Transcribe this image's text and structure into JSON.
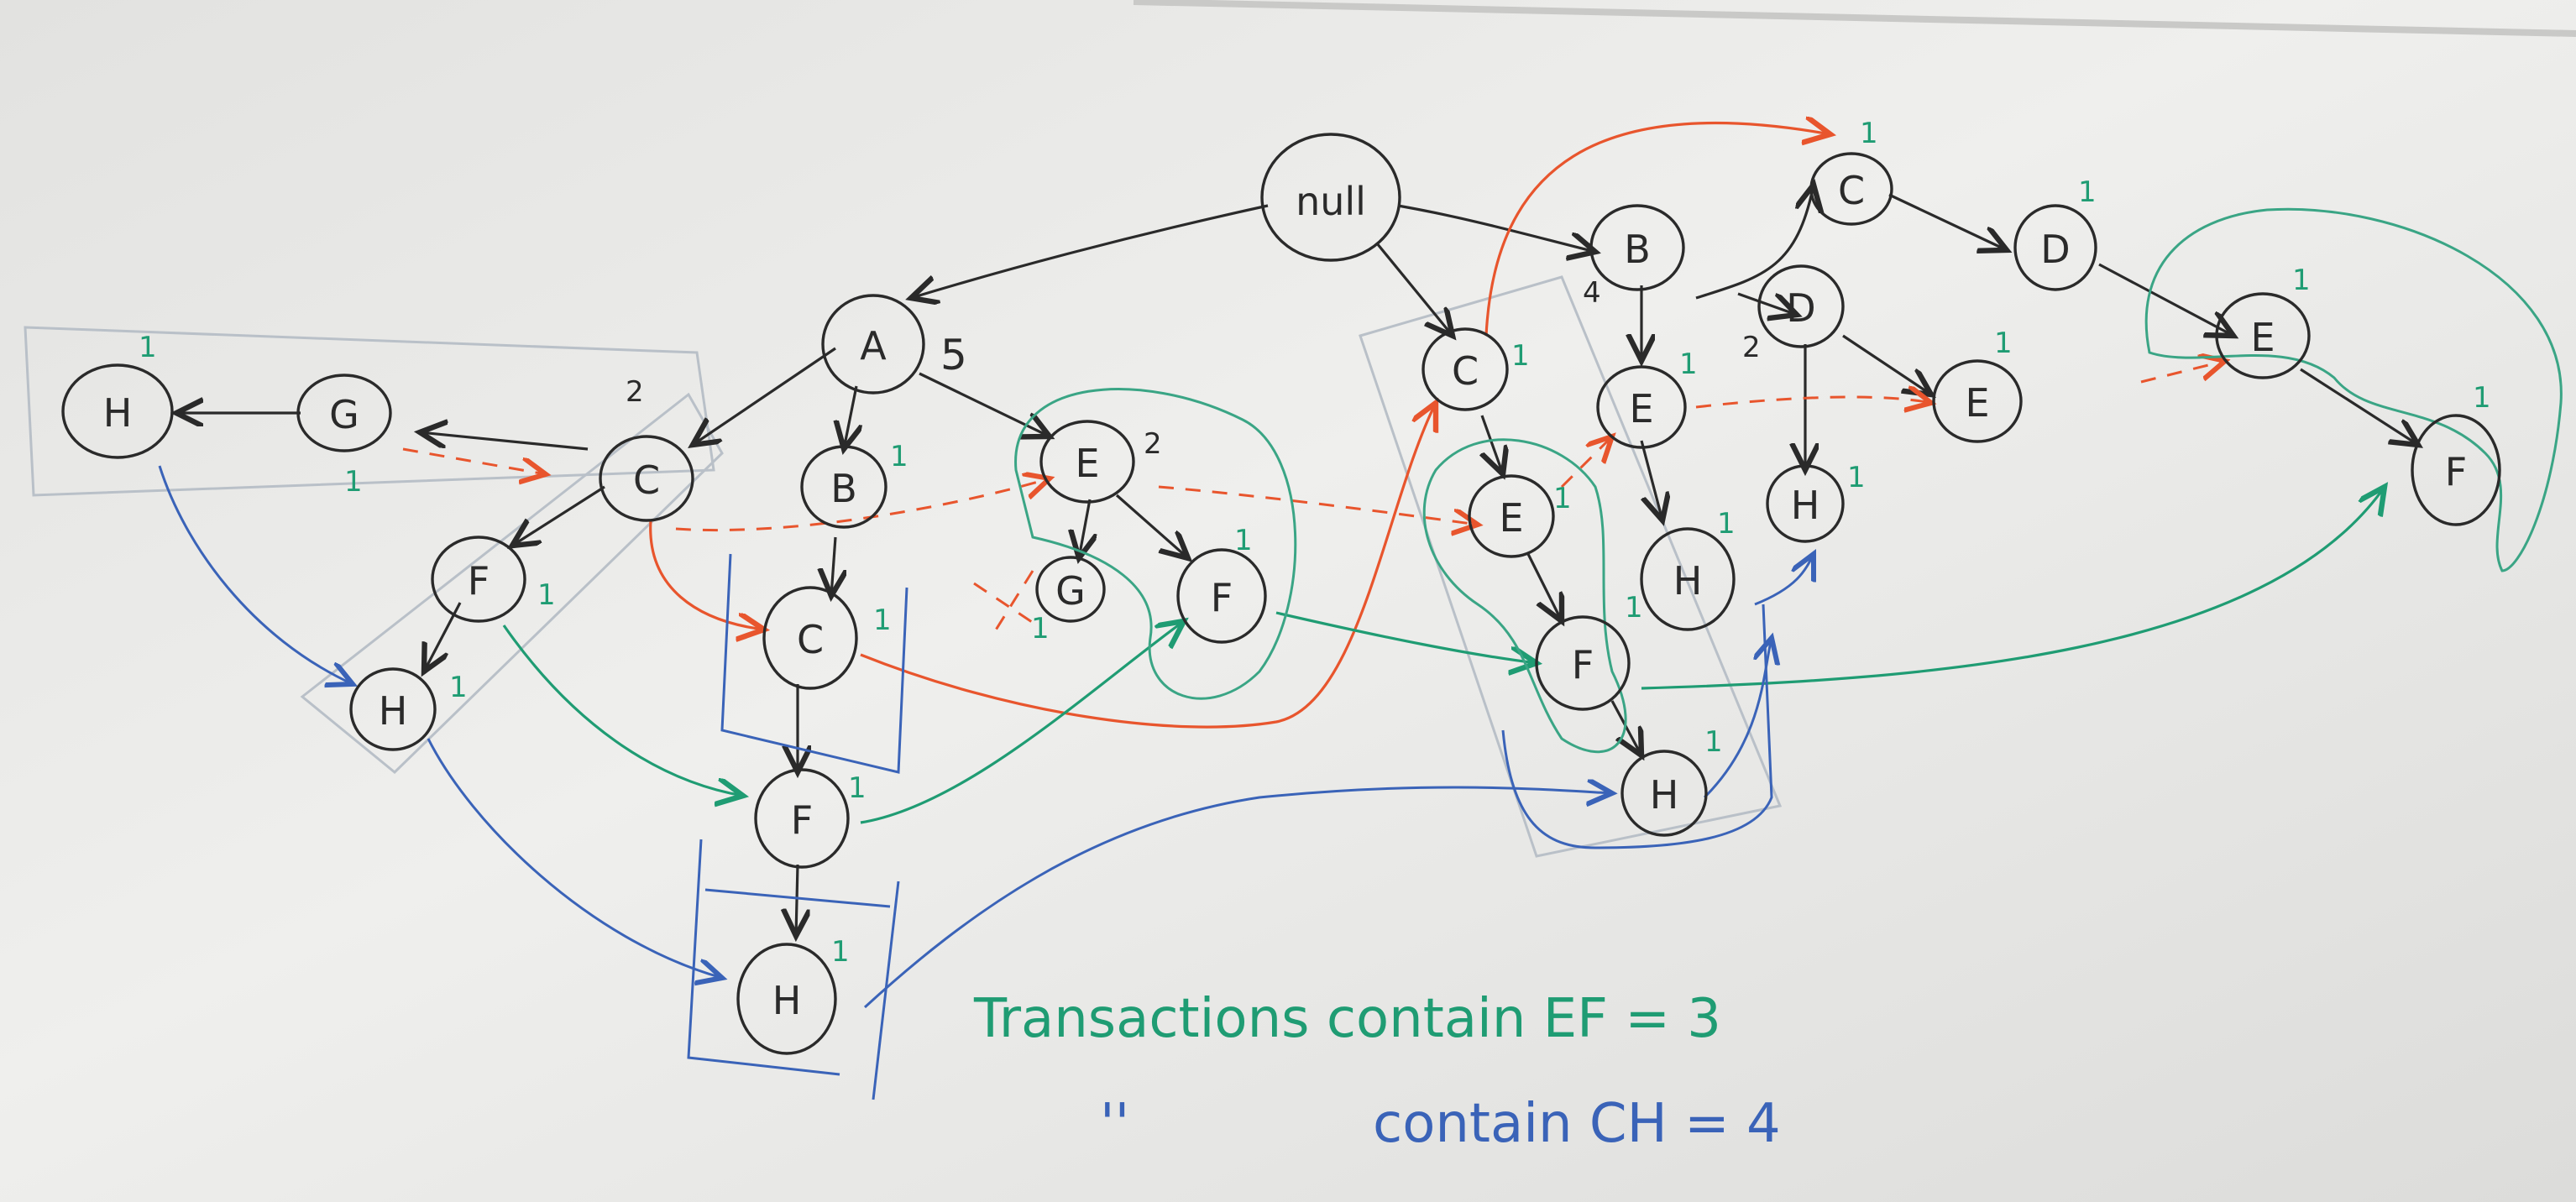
{
  "colors": {
    "board": "#e9e9e7",
    "ink_black": "#2a2a2a",
    "ink_green": "#1f9c73",
    "ink_orange": "#e8552d",
    "ink_blue": "#3a63b8",
    "ink_teal": "#3aa585"
  },
  "root": {
    "label": "null"
  },
  "nodes": {
    "A": "A",
    "A_B": "B",
    "A_B_C": "C",
    "A_B_C_F": "F",
    "A_B_C_F_H": "H",
    "A_C": "C",
    "A_C_F": "F",
    "A_C_F_H": "H",
    "A_C_G": "G",
    "A_C_G_H": "H",
    "A_E": "E",
    "A_E_G": "G",
    "A_E_F": "F",
    "C": "C",
    "C_E": "E",
    "C_E_F": "F",
    "C_E_F_H": "H",
    "B": "B",
    "B_E": "E",
    "B_E_H": "H",
    "B_D": "D",
    "B_D_H": "H",
    "B_D_E": "E",
    "B_C": "C",
    "B_C_D": "D",
    "B_C_D_E": "E",
    "B_C_D_E_F": "F"
  },
  "counts": {
    "A": "5",
    "A_C": "2",
    "A_E": "2",
    "B": "4",
    "B_D": "2",
    "ones": "1"
  },
  "captions": {
    "line1": "Transactions contain EF = 3",
    "line2_ditto": "''",
    "line2": "contain CH = 4"
  }
}
